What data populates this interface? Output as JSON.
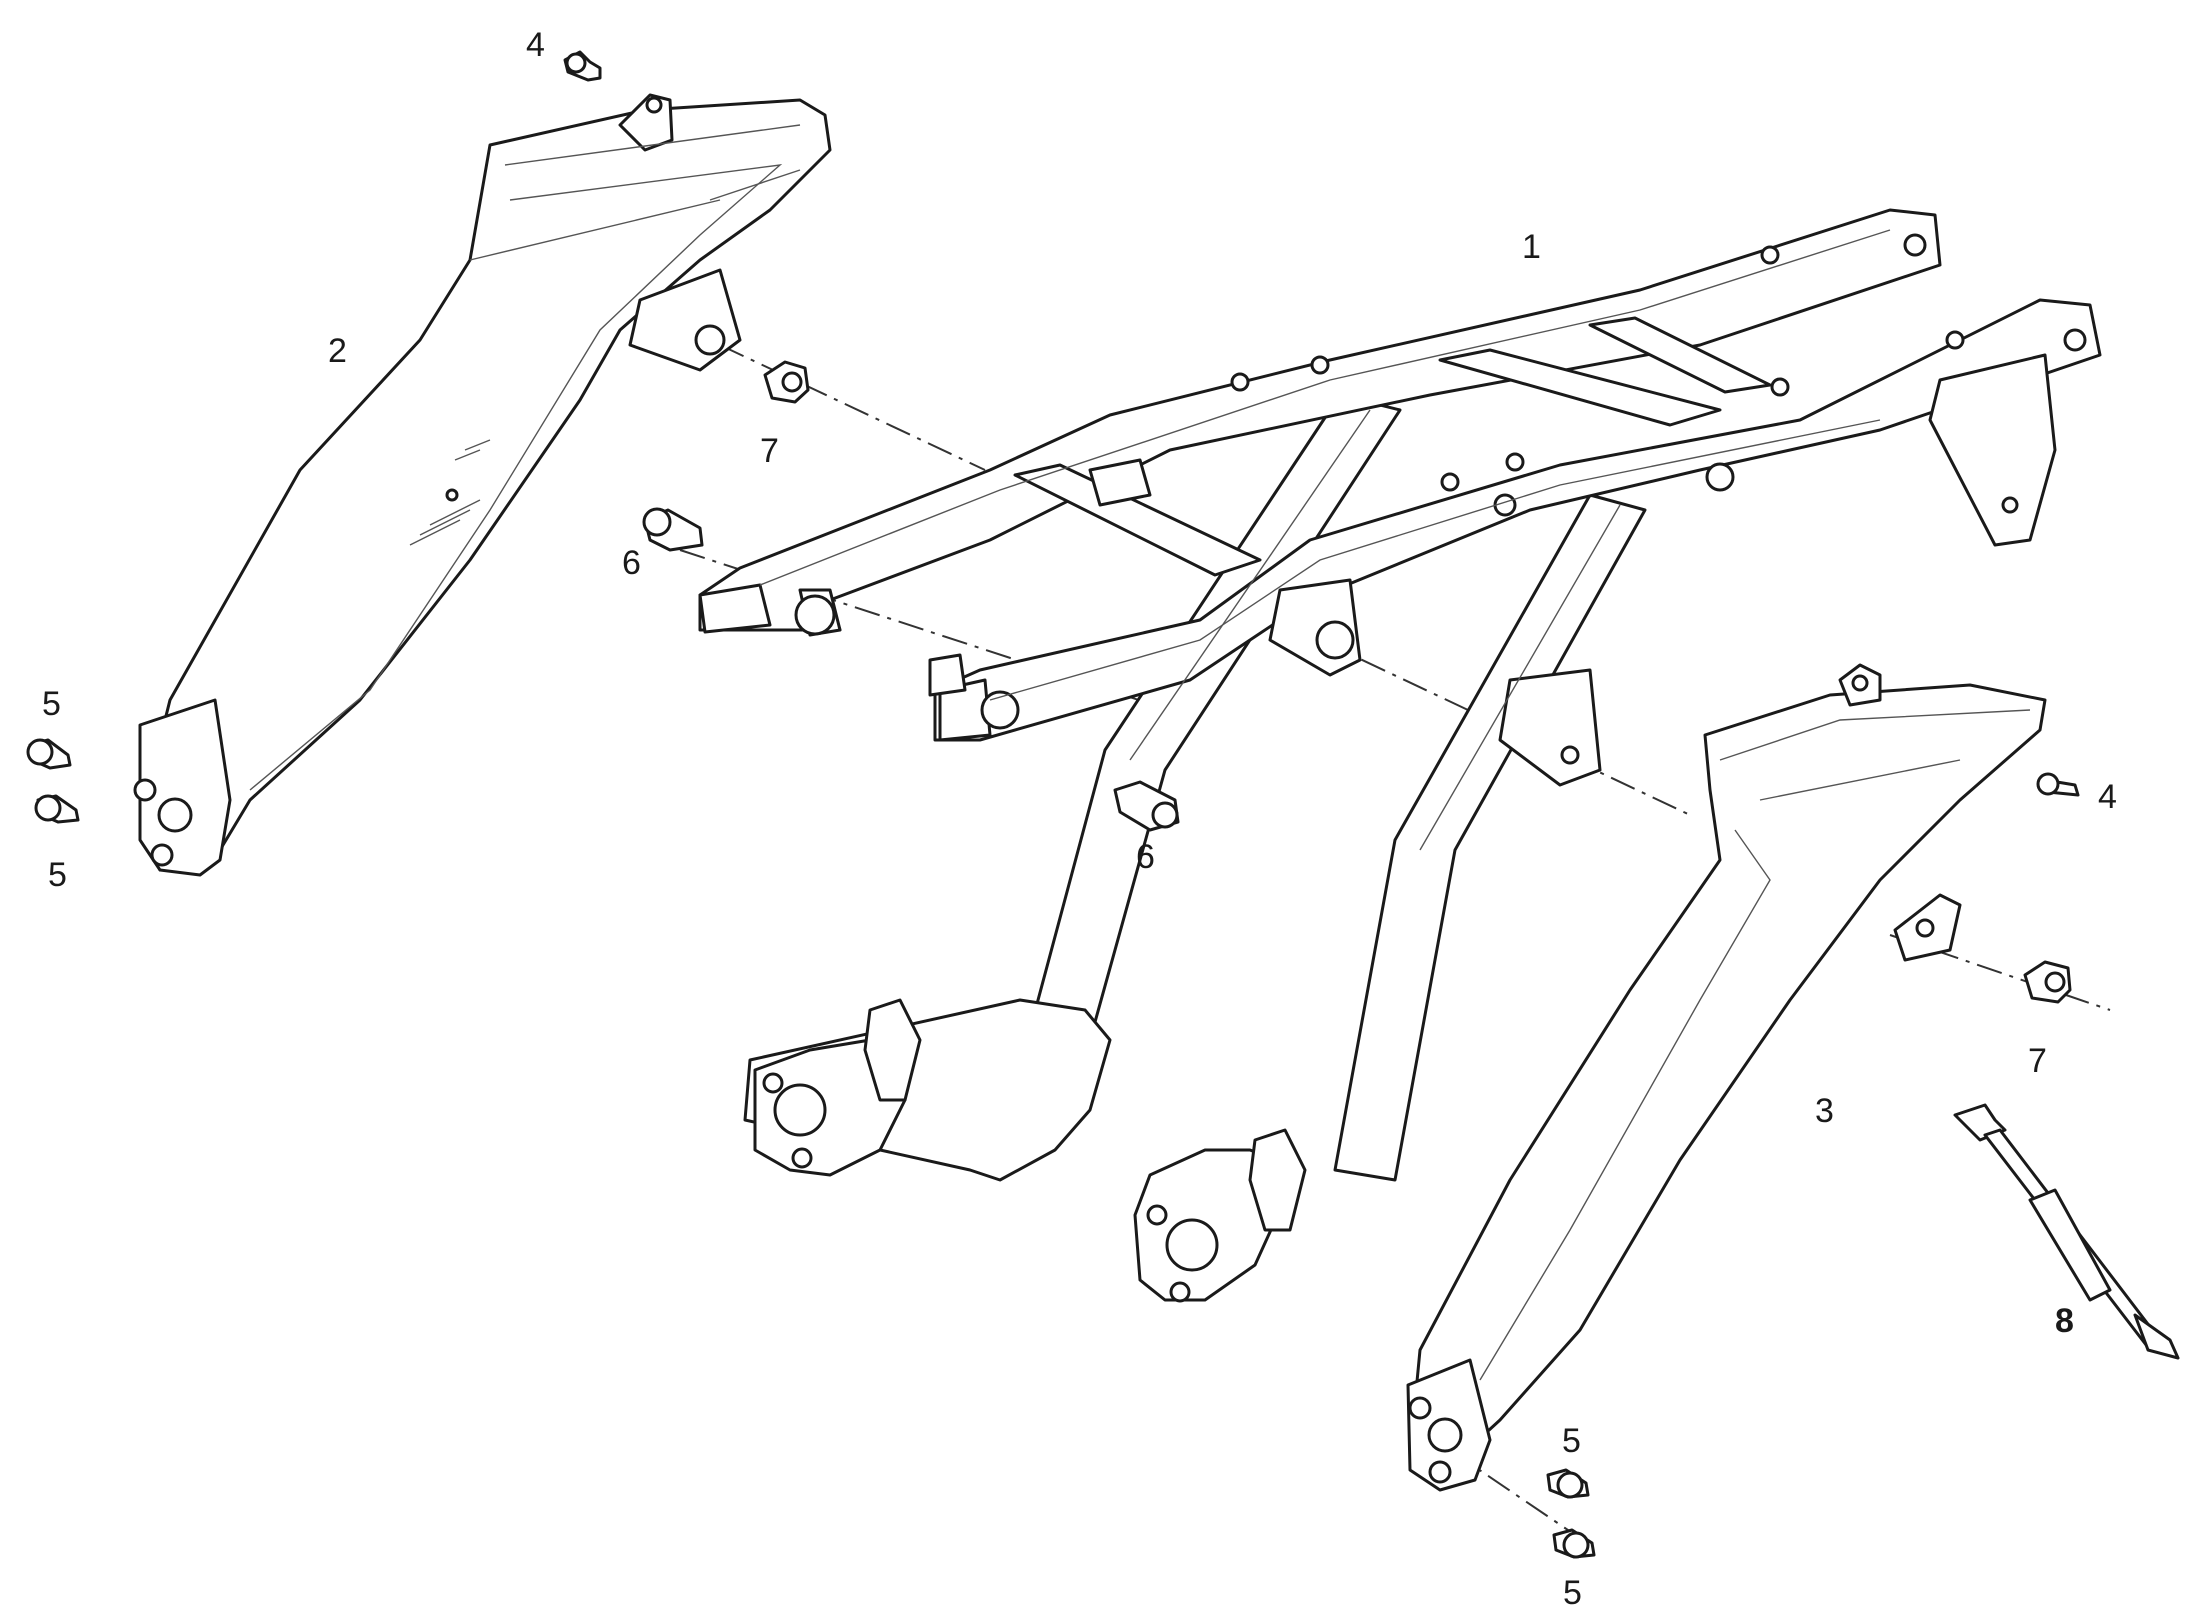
{
  "callouts": {
    "c1": "1",
    "c2": "2",
    "c3": "3",
    "c4_top": "4",
    "c4_right": "4",
    "c5_left_top": "5",
    "c5_left_bottom": "5",
    "c5_right_top": "5",
    "c5_right_bottom": "5",
    "c6_left": "6",
    "c6_center": "6",
    "c7_left": "7",
    "c7_right": "7",
    "c8": "8"
  },
  "colors": {
    "line": "#1a1a1a",
    "background": "#ffffff"
  }
}
